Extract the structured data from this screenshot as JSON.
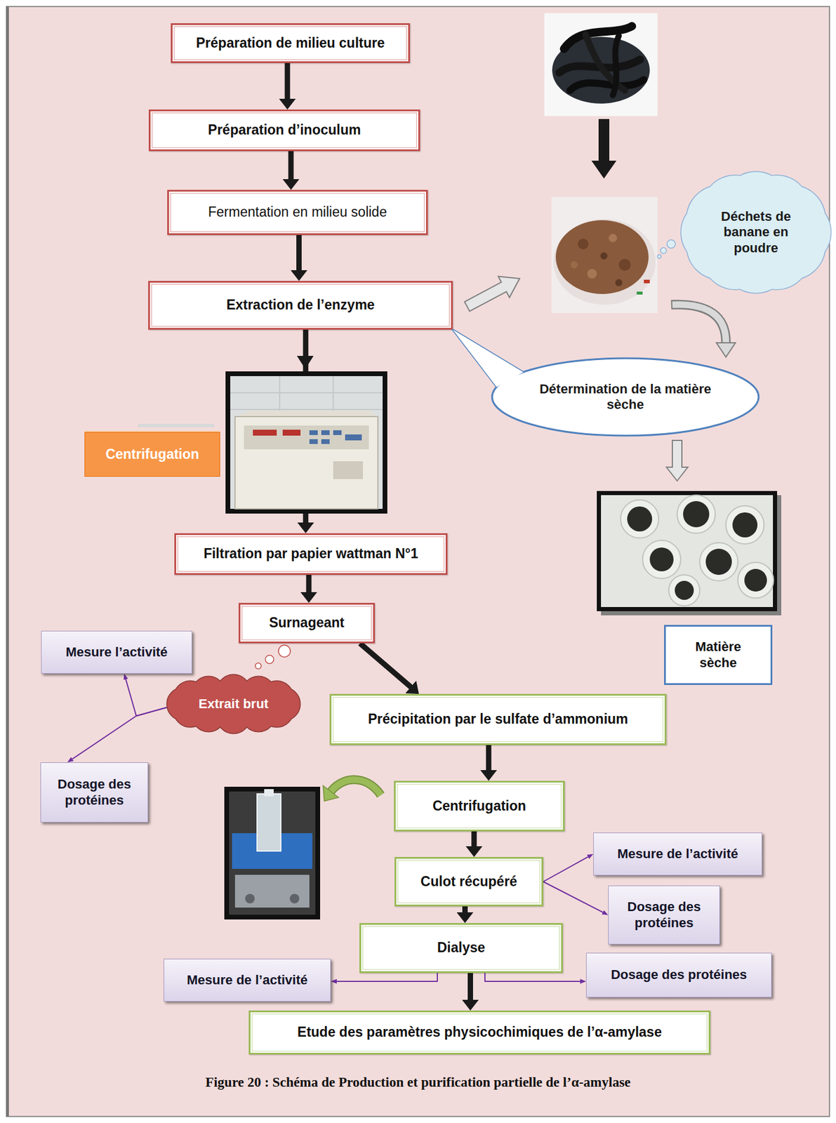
{
  "diagram": {
    "caption": "Figure 20 : Schéma de Production et purification partielle de l’α-amylase",
    "nodes": [
      {
        "text": [
          "Préparation de milieu culture"
        ]
      },
      {
        "text": [
          "Préparation d’inoculum"
        ]
      },
      {
        "text": [
          "Fermentation en milieu solide"
        ]
      },
      {
        "text": [
          "Extraction de l’enzyme"
        ]
      },
      {
        "text": [
          "Déchets de banane en poudre"
        ]
      },
      {
        "text": [
          "Détermination de la matière sèche"
        ]
      },
      {
        "text": [
          "Centrifugation"
        ]
      },
      {
        "text": [
          "Filtration par papier wattman N°1"
        ]
      },
      {
        "text": [
          "Mesure l’activité"
        ]
      },
      {
        "text": [
          "Surnageant"
        ]
      },
      {
        "text": [
          "Matière sèche"
        ]
      },
      {
        "text": [
          "Extrait brut"
        ]
      },
      {
        "text": [
          "Précipitation par le sulfate d’ammonium"
        ]
      },
      {
        "text": [
          "Dosage des protéines"
        ]
      },
      {
        "text": [
          "Centrifugation"
        ]
      },
      {
        "text": [
          "Culot récupéré"
        ]
      },
      {
        "text": [
          "Mesure de l’activité"
        ]
      },
      {
        "text": [
          "Dosage des protéines"
        ]
      },
      {
        "text": [
          "Dialyse"
        ]
      },
      {
        "text": [
          "Mesure de l’activité"
        ]
      },
      {
        "text": [
          "Dosage des protéines"
        ]
      },
      {
        "text": [
          "Etude des paramètres physicochimiques de l’α-amylase"
        ]
      }
    ],
    "edges": [
      {
        "from": 0,
        "to": 1,
        "arrow": "to"
      },
      {
        "from": 1,
        "to": 2,
        "arrow": "to"
      },
      {
        "from": 2,
        "to": 3,
        "arrow": "to"
      },
      {
        "from": 3,
        "to": 7,
        "arrow": "to"
      },
      {
        "from": 7,
        "to": 9,
        "arrow": "to"
      },
      {
        "from": 9,
        "to": 12,
        "arrow": "to"
      },
      {
        "from": 12,
        "to": 14,
        "arrow": "to"
      },
      {
        "from": 14,
        "to": 15,
        "arrow": "to"
      },
      {
        "from": 15,
        "to": 18,
        "arrow": "to"
      },
      {
        "from": 18,
        "to": 21,
        "arrow": "to"
      },
      {
        "from": 11,
        "to": 8,
        "arrow": "to"
      },
      {
        "from": 11,
        "to": 13,
        "arrow": "to"
      },
      {
        "from": 15,
        "to": 16,
        "arrow": "to"
      },
      {
        "from": 15,
        "to": 17,
        "arrow": "to"
      },
      {
        "from": 18,
        "to": 19,
        "arrow": "to"
      },
      {
        "from": 18,
        "to": 20,
        "arrow": "to"
      }
    ]
  }
}
